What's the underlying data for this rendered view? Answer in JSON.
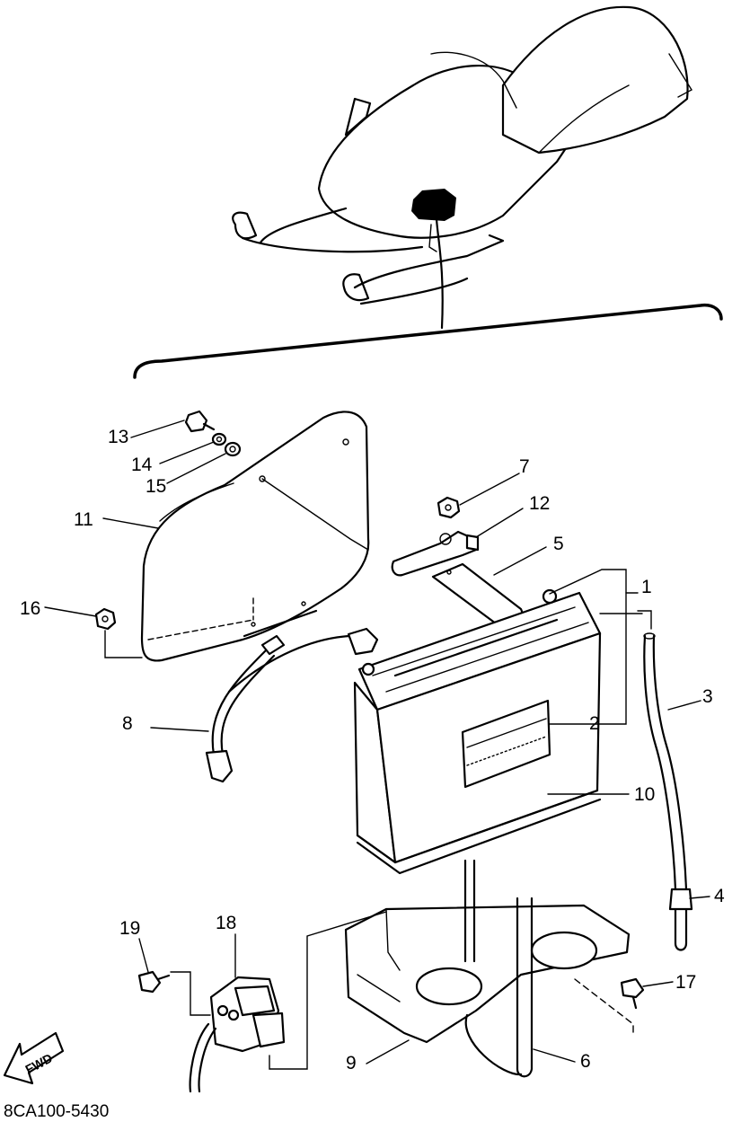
{
  "diagram": {
    "part_code": "8CA100-5430",
    "direction_label": "FWD",
    "callouts": [
      {
        "id": "c1",
        "number": "1"
      },
      {
        "id": "c2",
        "number": "2"
      },
      {
        "id": "c3",
        "number": "3"
      },
      {
        "id": "c4",
        "number": "4"
      },
      {
        "id": "c5",
        "number": "5"
      },
      {
        "id": "c6",
        "number": "6"
      },
      {
        "id": "c7",
        "number": "7"
      },
      {
        "id": "c8",
        "number": "8"
      },
      {
        "id": "c9",
        "number": "9"
      },
      {
        "id": "c10",
        "number": "10"
      },
      {
        "id": "c11",
        "number": "11"
      },
      {
        "id": "c12",
        "number": "12"
      },
      {
        "id": "c13",
        "number": "13"
      },
      {
        "id": "c14",
        "number": "14"
      },
      {
        "id": "c15",
        "number": "15"
      },
      {
        "id": "c16",
        "number": "16"
      },
      {
        "id": "c17",
        "number": "17"
      },
      {
        "id": "c18",
        "number": "18"
      },
      {
        "id": "c19",
        "number": "19"
      }
    ]
  }
}
